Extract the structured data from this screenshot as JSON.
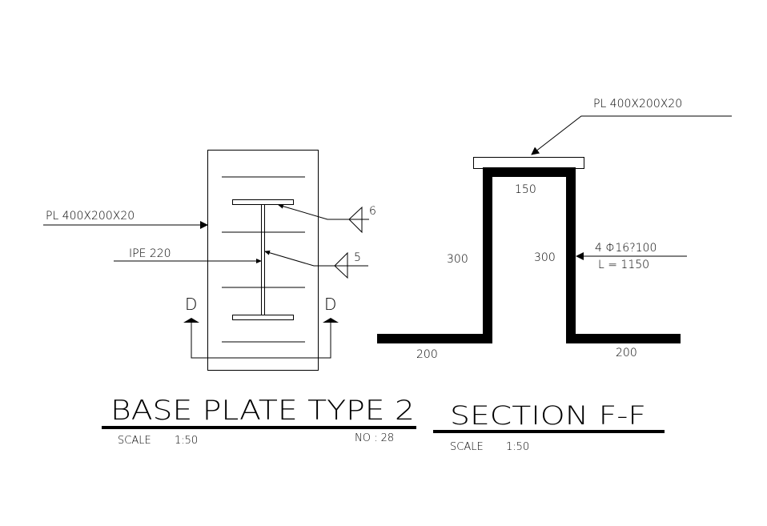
{
  "drawing_left": {
    "title": "BASE PLATE TYPE 2",
    "scale_label": "SCALE",
    "scale_value": "1:50",
    "number_label": "NO : 28",
    "labels": {
      "plate": "PL 400X200X20",
      "beam": "IPE 220",
      "weld_top": "6",
      "weld_bottom": "5",
      "section_mark_left": "D",
      "section_mark_right": "D"
    }
  },
  "drawing_right": {
    "title": "SECTION F-F",
    "scale_label": "SCALE",
    "scale_value": "1:50",
    "labels": {
      "plate": "PL 400X200X20",
      "top_width": "150",
      "left_height": "300",
      "right_height": "300",
      "left_leg": "200",
      "right_leg": "200",
      "rebar_spec": "4 Φ16?100",
      "rebar_length": "L = 1150"
    }
  },
  "colors": {
    "line": "#000000",
    "background": "#ffffff"
  }
}
